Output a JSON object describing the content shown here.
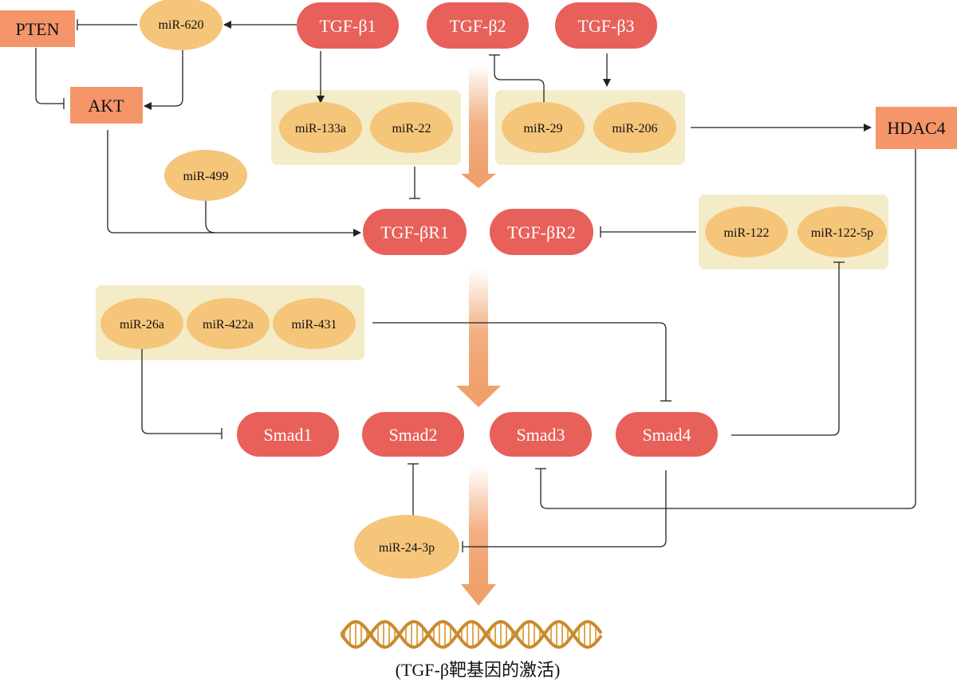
{
  "ligands": {
    "tgfb1": "TGF-β1",
    "tgfb2": "TGF-β2",
    "tgfb3": "TGF-β3"
  },
  "receptors": {
    "tgfbr1": "TGF-βR1",
    "tgfbr2": "TGF-βR2"
  },
  "smads": {
    "smad1": "Smad1",
    "smad2": "Smad2",
    "smad3": "Smad3",
    "smad4": "Smad4"
  },
  "proteins": {
    "pten": "PTEN",
    "akt": "AKT",
    "hdac4": "HDAC4"
  },
  "mirnas": {
    "mir620": "miR-620",
    "mir133a": "miR-133a",
    "mir22": "miR-22",
    "mir29": "miR-29",
    "mir206": "miR-206",
    "mir499": "miR-499",
    "mir122": "miR-122",
    "mir122_5p": "miR-122-5p",
    "mir26a": "miR-26a",
    "mir422a": "miR-422a",
    "mir431": "miR-431",
    "mir24_3p": "miR-24-3p"
  },
  "caption": "(TGF-β靶基因的激活)",
  "colors": {
    "pill": "#e8605a",
    "box": "#f4956a",
    "oval": "#f5c57a",
    "group": "#f3ecc6",
    "flow_arrow": "#f0a06a",
    "dna_strand": "#c98a2e",
    "dna_rung": "#e0a850"
  }
}
